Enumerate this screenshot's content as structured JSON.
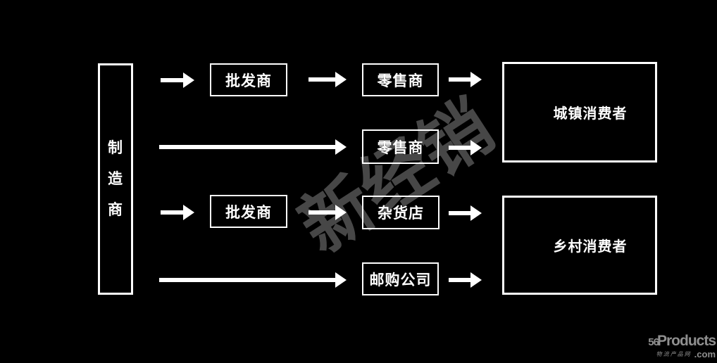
{
  "diagram": {
    "manufacturer": {
      "label": "制造商",
      "chars": [
        "制",
        "造",
        "商"
      ]
    },
    "nodes": {
      "row1_wholesaler": "批发商",
      "row1_retailer": "零售商",
      "row2_retailer": "零售商",
      "row3_wholesaler": "批发商",
      "row3_grocery": "杂货店",
      "row4_mailorder": "邮购公司",
      "urban_consumer": "城镇消费者",
      "rural_consumer": "乡村消费者"
    },
    "channels": [
      [
        "制造商",
        "批发商",
        "零售商",
        "城镇消费者"
      ],
      [
        "制造商",
        "零售商",
        "城镇消费者"
      ],
      [
        "制造商",
        "批发商",
        "杂货店",
        "乡村消费者"
      ],
      [
        "制造商",
        "邮购公司",
        "乡村消费者"
      ]
    ],
    "watermark": "新经销",
    "colors": {
      "background": "#000000",
      "node_border": "#ffffff",
      "node_text": "#ffffff",
      "arrow": "#ffffff",
      "watermark": "#474747",
      "logo": "#8f8f8f"
    }
  },
  "logo": {
    "number": "56",
    "name": "Products",
    "cn": "物流产品网",
    "tld": ".com"
  }
}
